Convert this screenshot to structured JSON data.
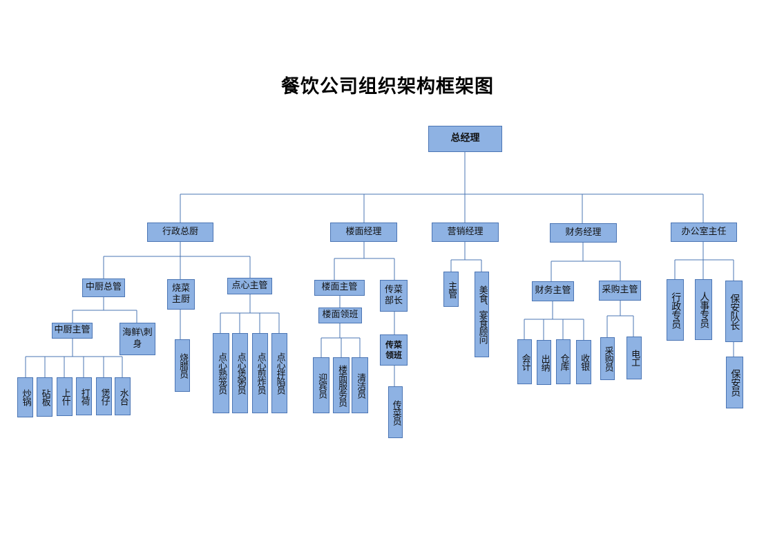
{
  "title": "餐饮公司组织架构框架图",
  "colors": {
    "box_fill": "#8eb2e3",
    "box_border": "#4a74b3",
    "line": "#4a74b3"
  },
  "nodes": {
    "gm": "总经理",
    "admin_chef": "行政总厨",
    "floor_manager": "楼面经理",
    "sales_manager": "营销经理",
    "finance_manager": "财务经理",
    "office_director": "办公室主任",
    "chinese_kitchen_head": "中厨总管",
    "roast_chef": "烧菜主厨",
    "dimsum_supervisor": "点心主管",
    "chinese_kitchen_supervisor": "中厨主管",
    "seafood_sashimi": "海鲜\\刺身",
    "stir_fry": "炒锅",
    "chopping_board": "砧板",
    "plating": "上什",
    "packing": "打荷",
    "claypot": "煲仔",
    "water_station": "水台",
    "roast_cook": "烧腊员",
    "dimsum_steamer": "点心熟笼员",
    "dimsum_congee": "点心煲粥员",
    "dimsum_fryer": "点心煎炸员",
    "dimsum_filling": "点心拌陷员",
    "floor_supervisor": "楼面主管",
    "floor_lead": "楼面领班",
    "runner_captain": "传菜部长",
    "runner_lead": "传菜领班",
    "greeter": "迎宾员",
    "floor_server": "楼面服务员",
    "cleaner": "清洁员",
    "runner": "传菜员",
    "sales_supervisor": "主管",
    "banquet_advisor": "美食、宴食顾问",
    "finance_supervisor": "财务主管",
    "purchasing_supervisor": "采购主管",
    "accountant": "会计",
    "cashier_out": "出纳",
    "warehouse": "仓库",
    "cashier": "收银",
    "purchaser": "采购员",
    "electrician": "电工",
    "admin_clerk": "行政专员",
    "hr_clerk": "人事专员",
    "security_captain": "保安队长",
    "security_guard": "保安员"
  }
}
